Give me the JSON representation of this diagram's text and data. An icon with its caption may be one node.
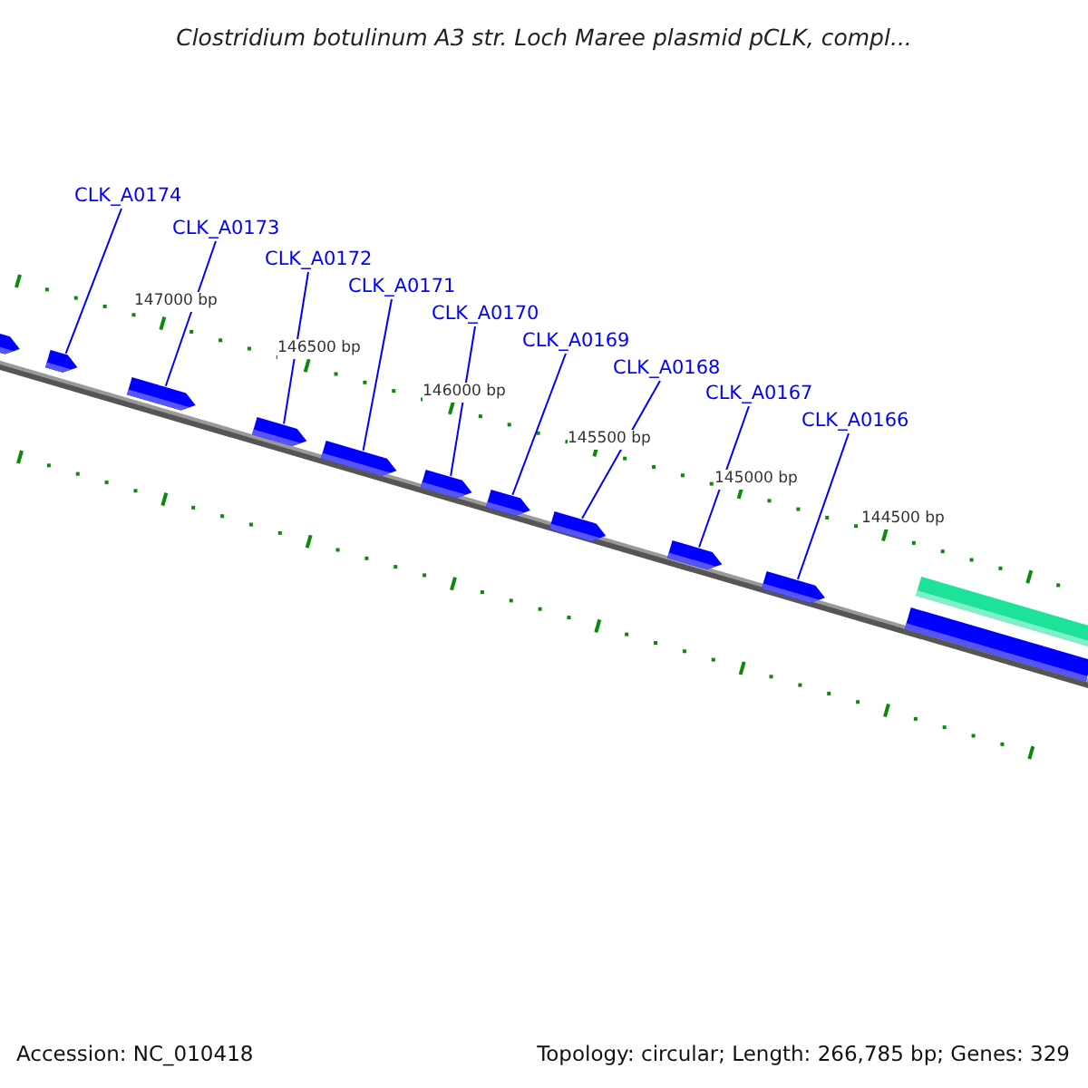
{
  "diagram": {
    "title": "Clostridium botulinum A3 str. Loch Maree plasmid pCLK, compl...",
    "nodes": [
      {
        "text": [
          "CLK_A0174"
        ]
      },
      {
        "text": [
          "CLK_A0173"
        ]
      },
      {
        "text": [
          "CLK_A0172"
        ]
      },
      {
        "text": [
          "CLK_A0171"
        ]
      },
      {
        "text": [
          "CLK_A0170"
        ]
      },
      {
        "text": [
          "CLK_A0169"
        ]
      },
      {
        "text": [
          "CLK_A0168"
        ]
      },
      {
        "text": [
          "CLK_A0167"
        ]
      },
      {
        "text": [
          "CLK_A0166"
        ]
      },
      {
        "text": [],
        "shape": "arrow"
      },
      {
        "text": [],
        "shape": "arrow"
      },
      {
        "text": [],
        "shape": "arrow"
      },
      {
        "text": [],
        "shape": "arrow"
      },
      {
        "text": [],
        "shape": "arrow"
      },
      {
        "text": [],
        "shape": "arrow"
      },
      {
        "text": [],
        "shape": "arrow"
      },
      {
        "text": [],
        "shape": "arrow"
      },
      {
        "text": [],
        "shape": "arrow"
      },
      {
        "text": [],
        "shape": "arrow"
      },
      {
        "text": [],
        "shape": "bar"
      },
      {
        "text": [],
        "shape": "bar"
      }
    ],
    "edges": [
      {
        "from": 0,
        "to": 10,
        "arrow": "none"
      },
      {
        "from": 1,
        "to": 11,
        "arrow": "none"
      },
      {
        "from": 2,
        "to": 12,
        "arrow": "none"
      },
      {
        "from": 3,
        "to": 13,
        "arrow": "none"
      },
      {
        "from": 4,
        "to": 14,
        "arrow": "none"
      },
      {
        "from": 5,
        "to": 15,
        "arrow": "none"
      },
      {
        "from": 6,
        "to": 16,
        "arrow": "none"
      },
      {
        "from": 7,
        "to": 17,
        "arrow": "none"
      },
      {
        "from": 8,
        "to": 18,
        "arrow": "none"
      }
    ],
    "labels": [
      "147000 bp",
      "146500 bp",
      "146000 bp",
      "145500 bp",
      "145000 bp",
      "144500 bp",
      "Accession: NC_010418",
      "Topology: circular; Length: 266,785 bp; Genes: 329"
    ]
  }
}
